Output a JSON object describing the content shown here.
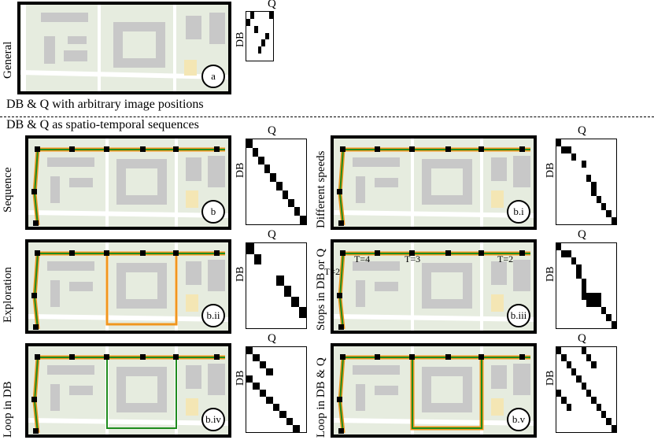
{
  "captions": {
    "arbitrary": "DB & Q with arbitrary image positions",
    "sequences": "DB & Q as spatio-temporal sequences"
  },
  "axis": {
    "q": "Q",
    "db": "DB"
  },
  "colors": {
    "q_arrow": "#f0961e",
    "db_arrow": "#1e8c1e",
    "map_bg": "#e6ecdf",
    "building": "#c8c8c8"
  },
  "panels": [
    {
      "key": "a",
      "label": "General",
      "id": "a",
      "matrix": {
        "rows": 7,
        "cols": 7,
        "cells": [
          [
            0,
            1
          ],
          [
            1,
            0
          ],
          [
            2,
            2
          ],
          [
            3,
            5
          ],
          [
            4,
            4
          ],
          [
            5,
            3
          ],
          [
            0,
            6
          ]
        ]
      }
    },
    {
      "key": "b",
      "label": "Sequence",
      "id": "b",
      "matrix": {
        "rows": 10,
        "cols": 10,
        "cells": [
          [
            0,
            0
          ],
          [
            1,
            1
          ],
          [
            2,
            2
          ],
          [
            3,
            3
          ],
          [
            4,
            4
          ],
          [
            5,
            5
          ],
          [
            6,
            6
          ],
          [
            7,
            7
          ],
          [
            8,
            8
          ],
          [
            9,
            9
          ]
        ]
      }
    },
    {
      "key": "bi",
      "label": "Different speeds",
      "id": "b.i",
      "matrix": {
        "rows": 12,
        "cols": 12,
        "cells": [
          [
            0,
            0
          ],
          [
            1,
            1
          ],
          [
            1,
            2
          ],
          [
            2,
            3
          ],
          [
            3,
            5
          ],
          [
            5,
            6
          ],
          [
            6,
            7
          ],
          [
            7,
            7
          ],
          [
            8,
            8
          ],
          [
            9,
            9
          ],
          [
            10,
            10
          ],
          [
            11,
            11
          ]
        ]
      }
    },
    {
      "key": "bii",
      "label": "Exploration",
      "id": "b.ii",
      "matrix": {
        "rows": 8,
        "cols": 8,
        "cells": [
          [
            0,
            0
          ],
          [
            1,
            1
          ],
          [
            3,
            4
          ],
          [
            4,
            5
          ],
          [
            5,
            6
          ],
          [
            6,
            7
          ]
        ]
      }
    },
    {
      "key": "biii",
      "label": "Stops in DB or Q",
      "id": "b.iii",
      "matrix": {
        "rows": 12,
        "cols": 12,
        "cells": [
          [
            0,
            0
          ],
          [
            1,
            1
          ],
          [
            1,
            2
          ],
          [
            2,
            3
          ],
          [
            3,
            4
          ],
          [
            4,
            4
          ],
          [
            5,
            5
          ],
          [
            6,
            5
          ],
          [
            7,
            5
          ],
          [
            7,
            6
          ],
          [
            7,
            7
          ],
          [
            7,
            8
          ],
          [
            8,
            6
          ],
          [
            8,
            7
          ],
          [
            8,
            8
          ],
          [
            9,
            9
          ],
          [
            10,
            10
          ],
          [
            11,
            11
          ]
        ]
      }
    },
    {
      "key": "biv",
      "label": "Loop in DB",
      "id": "b.iv",
      "matrix": {
        "rows": 12,
        "cols": 9,
        "cells": [
          [
            0,
            0
          ],
          [
            1,
            1
          ],
          [
            2,
            2
          ],
          [
            3,
            3
          ],
          [
            4,
            0
          ],
          [
            5,
            1
          ],
          [
            6,
            2
          ],
          [
            7,
            3
          ],
          [
            8,
            4
          ],
          [
            9,
            5
          ],
          [
            10,
            6
          ],
          [
            11,
            7
          ]
        ]
      }
    },
    {
      "key": "bv",
      "label": "Loop in DB & Q",
      "id": "b.v",
      "matrix": {
        "rows": 12,
        "cols": 12,
        "cells": [
          [
            0,
            0
          ],
          [
            1,
            1
          ],
          [
            2,
            2
          ],
          [
            3,
            3
          ],
          [
            4,
            4
          ],
          [
            5,
            5
          ],
          [
            6,
            6
          ],
          [
            7,
            7
          ],
          [
            8,
            8
          ],
          [
            9,
            9
          ],
          [
            10,
            10
          ],
          [
            11,
            11
          ],
          [
            0,
            5
          ],
          [
            1,
            6
          ],
          [
            2,
            7
          ],
          [
            6,
            0
          ],
          [
            7,
            1
          ],
          [
            8,
            2
          ]
        ]
      }
    }
  ],
  "stop_labels": [
    "T=2",
    "T=4",
    "T=3",
    "T=2"
  ]
}
